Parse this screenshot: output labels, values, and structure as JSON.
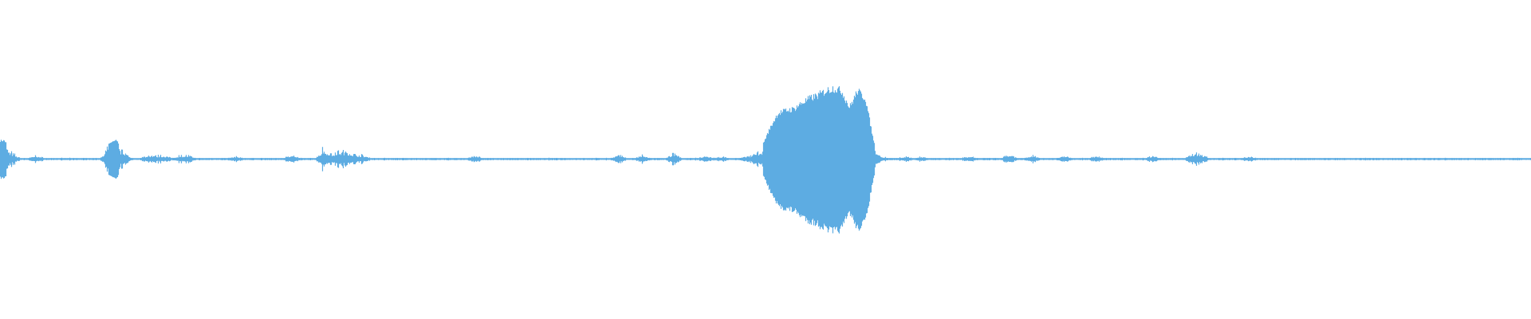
{
  "waveform": {
    "color": "#5dace2",
    "background": "#ffffff",
    "baseline_amplitude": 0.006,
    "peaks": [
      {
        "bin": 0,
        "amp": 0.12
      },
      {
        "bin": 1,
        "amp": 0.05
      },
      {
        "bin": 4,
        "amp": 0.03
      },
      {
        "bin": 13,
        "amp": 0.1
      },
      {
        "bin": 14,
        "amp": 0.12
      },
      {
        "bin": 15,
        "amp": 0.06
      },
      {
        "bin": 18,
        "amp": 0.03
      },
      {
        "bin": 19,
        "amp": 0.025
      },
      {
        "bin": 20,
        "amp": 0.03
      },
      {
        "bin": 22,
        "amp": 0.03
      },
      {
        "bin": 23,
        "amp": 0.03
      },
      {
        "bin": 29,
        "amp": 0.02
      },
      {
        "bin": 36,
        "amp": 0.04
      },
      {
        "bin": 40,
        "amp": 0.09
      },
      {
        "bin": 41,
        "amp": 0.05
      },
      {
        "bin": 42,
        "amp": 0.07
      },
      {
        "bin": 43,
        "amp": 0.07
      },
      {
        "bin": 44,
        "amp": 0.04
      },
      {
        "bin": 45,
        "amp": 0.03
      },
      {
        "bin": 59,
        "amp": 0.03
      },
      {
        "bin": 77,
        "amp": 0.04
      },
      {
        "bin": 80,
        "amp": 0.03
      },
      {
        "bin": 84,
        "amp": 0.05
      },
      {
        "bin": 88,
        "amp": 0.03
      },
      {
        "bin": 90,
        "amp": 0.02
      },
      {
        "bin": 93,
        "amp": 0.02
      },
      {
        "bin": 94,
        "amp": 0.04
      },
      {
        "bin": 95,
        "amp": 0.08
      },
      {
        "bin": 96,
        "amp": 0.2
      },
      {
        "bin": 97,
        "amp": 0.3
      },
      {
        "bin": 98,
        "amp": 0.32
      },
      {
        "bin": 99,
        "amp": 0.33
      },
      {
        "bin": 100,
        "amp": 0.37
      },
      {
        "bin": 101,
        "amp": 0.4
      },
      {
        "bin": 102,
        "amp": 0.42
      },
      {
        "bin": 103,
        "amp": 0.45
      },
      {
        "bin": 104,
        "amp": 0.47
      },
      {
        "bin": 105,
        "amp": 0.45
      },
      {
        "bin": 106,
        "amp": 0.34
      },
      {
        "bin": 107,
        "amp": 0.45
      },
      {
        "bin": 108,
        "amp": 0.4
      },
      {
        "bin": 109,
        "amp": 0.12
      },
      {
        "bin": 110,
        "amp": 0.02
      },
      {
        "bin": 113,
        "amp": 0.02
      },
      {
        "bin": 115,
        "amp": 0.02
      },
      {
        "bin": 121,
        "amp": 0.025
      },
      {
        "bin": 126,
        "amp": 0.04
      },
      {
        "bin": 129,
        "amp": 0.03
      },
      {
        "bin": 133,
        "amp": 0.03
      },
      {
        "bin": 137,
        "amp": 0.025
      },
      {
        "bin": 144,
        "amp": 0.03
      },
      {
        "bin": 149,
        "amp": 0.05
      },
      {
        "bin": 150,
        "amp": 0.05
      },
      {
        "bin": 156,
        "amp": 0.02
      }
    ],
    "bin_count": 192
  }
}
